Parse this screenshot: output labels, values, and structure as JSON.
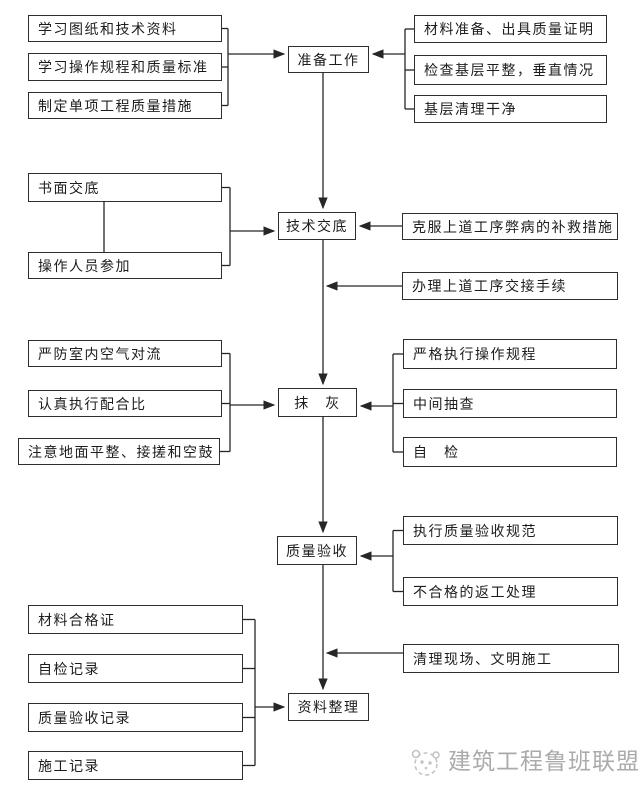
{
  "flowchart": {
    "stages": {
      "preparation": "准备工作",
      "technical_disclosure": "技术交底",
      "plastering": "抹　灰",
      "quality_acceptance": "质量验收",
      "data_collation": "资料整理"
    },
    "preparation_inputs_left": [
      "学习图纸和技术资料",
      "学习操作规程和质量标准",
      "制定单项工程质量措施"
    ],
    "preparation_inputs_right": [
      "材料准备、出具质量证明",
      "检查基层平整，垂直情况",
      "基层清理干净"
    ],
    "disclosure_inputs_left": [
      "书面交底",
      "操作人员参加"
    ],
    "disclosure_inputs_right": [
      "克服上道工序弊病的补救措施",
      "办理上道工序交接手续"
    ],
    "plastering_inputs_left": [
      "严防室内空气对流",
      "认真执行配合比",
      "注意地面平整、接搓和空鼓"
    ],
    "plastering_inputs_right": [
      "严格执行操作规程",
      "中间抽查",
      "自　检"
    ],
    "acceptance_inputs_right": [
      "执行质量验收规范",
      "不合格的返工处理"
    ],
    "collation_inputs_left": [
      "材料合格证",
      "自检记录",
      "质量验收记录",
      "施工记录"
    ],
    "collation_input_right": "清理现场、文明施工"
  },
  "watermark": {
    "text": "建筑工程鲁班联盟"
  },
  "colors": {
    "line": "#262626",
    "box_border": "#2e2e2e",
    "background": "#ffffff",
    "watermark_text": "#ababab",
    "watermark_icon": "#c4c4c4"
  }
}
